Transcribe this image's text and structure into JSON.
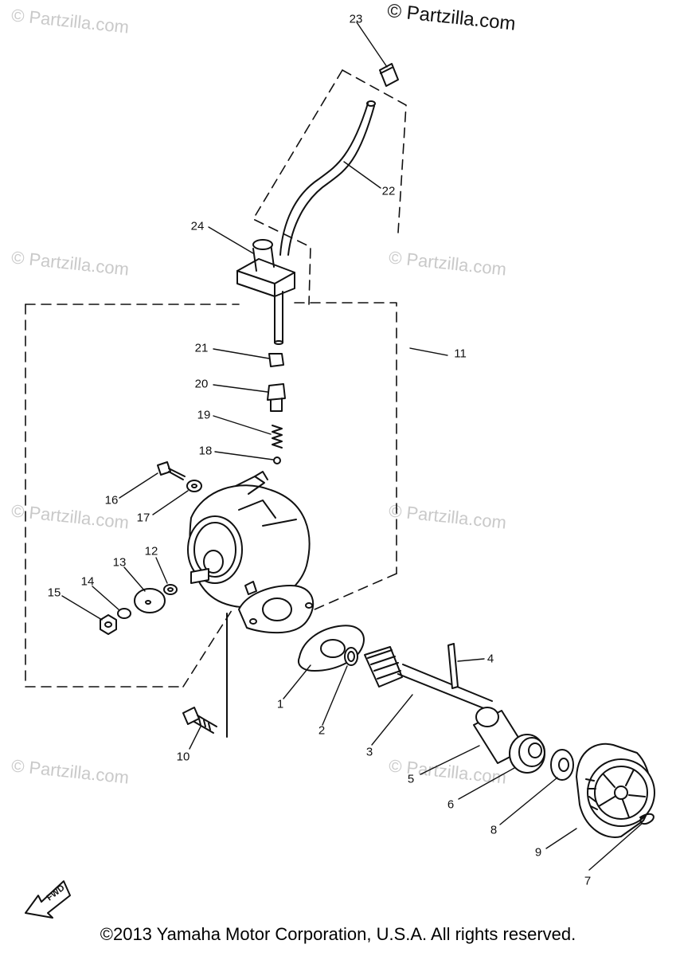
{
  "watermark": {
    "top": "© Partzilla.com",
    "repeat": "© Partzilla.com"
  },
  "callouts": {
    "c1": "1",
    "c2": "2",
    "c3": "3",
    "c4": "4",
    "c5": "5",
    "c6": "6",
    "c7": "7",
    "c8": "8",
    "c9": "9",
    "c10": "10",
    "c11": "11",
    "c12": "12",
    "c13": "13",
    "c14": "14",
    "c15": "15",
    "c16": "16",
    "c17": "17",
    "c18": "18",
    "c19": "19",
    "c20": "20",
    "c21": "21",
    "c22": "22",
    "c23": "23",
    "c24": "24"
  },
  "fwd_label": "FWD",
  "footer": {
    "copyright": "©2013 Yamaha Motor Corporation, U.S.A. All rights reserved."
  }
}
